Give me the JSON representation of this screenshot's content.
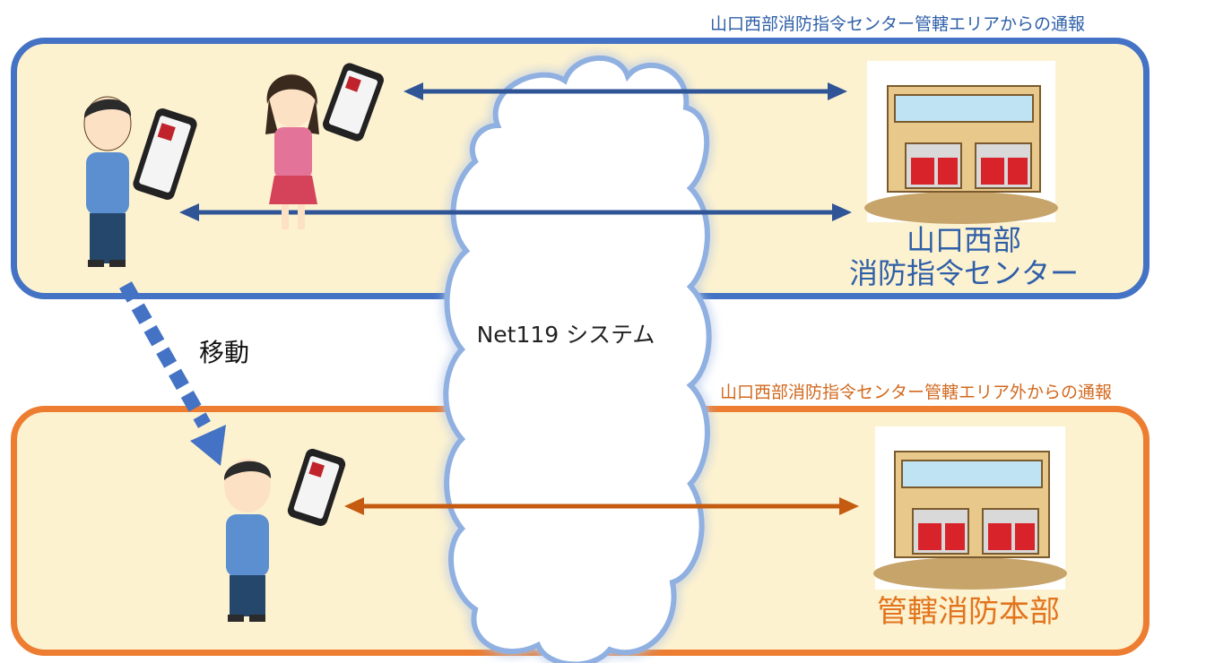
{
  "areas": {
    "inside_label": "山口西部消防指令センター管轄エリアからの通報",
    "outside_label": "山口西部消防指令センター管轄エリア外からの通報"
  },
  "centers": {
    "yamaguchi_line1": "山口西部",
    "yamaguchi_line2": "消防指令センター",
    "jurisdiction": "管轄消防本部"
  },
  "cloud_label": "Net119 システム",
  "move_label": "移動",
  "colors": {
    "inside_border": "#4472c4",
    "outside_border": "#ed7d31",
    "blue_arrow": "#2f5597",
    "orange_arrow": "#c55a11",
    "area_fill": "#fdf2d0"
  }
}
